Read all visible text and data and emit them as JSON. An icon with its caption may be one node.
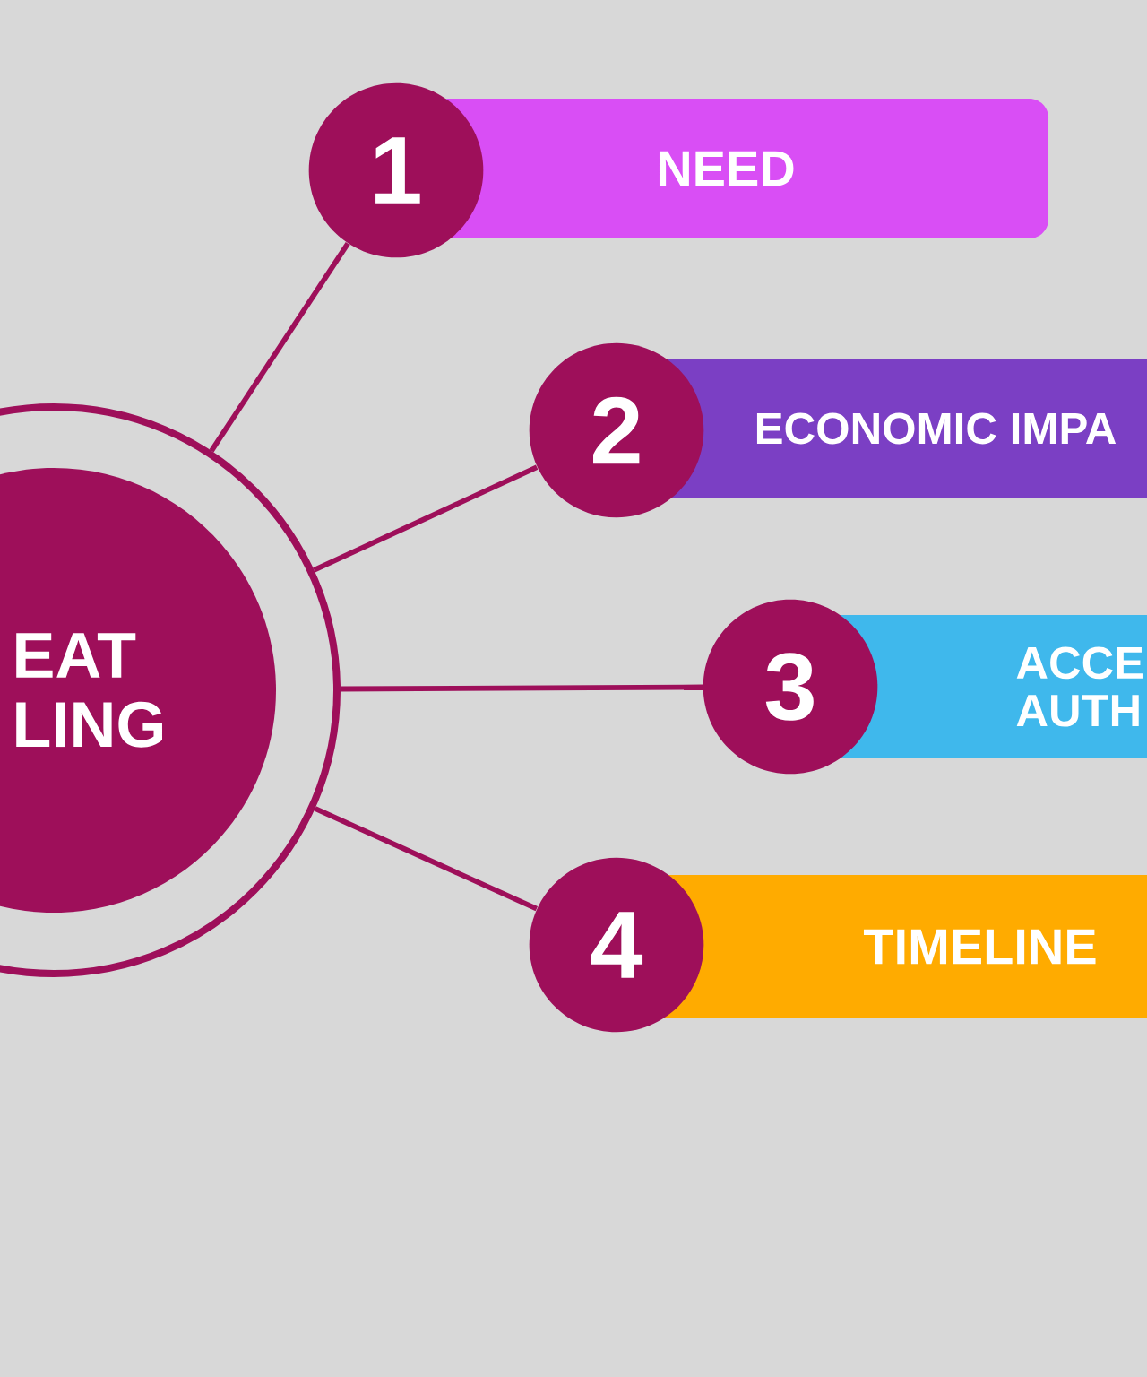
{
  "diagram": {
    "nodes": [
      {
        "text": [
          "EAT LING"
        ]
      },
      {
        "text": [
          "1"
        ]
      },
      {
        "text": [
          "NEED"
        ]
      },
      {
        "text": [
          "2"
        ]
      },
      {
        "text": [
          "ECONOMIC IMPA"
        ]
      },
      {
        "text": [
          "3"
        ]
      },
      {
        "text": [
          "ACCE AUTH"
        ]
      },
      {
        "text": [
          "4"
        ]
      },
      {
        "text": [
          "TIMELINE"
        ]
      }
    ],
    "edges": [
      {
        "from": 0,
        "to": 1,
        "arrow": "none"
      },
      {
        "from": 0,
        "to": 3,
        "arrow": "none"
      },
      {
        "from": 0,
        "to": 5,
        "arrow": "none"
      },
      {
        "from": 0,
        "to": 7,
        "arrow": "none"
      }
    ]
  }
}
